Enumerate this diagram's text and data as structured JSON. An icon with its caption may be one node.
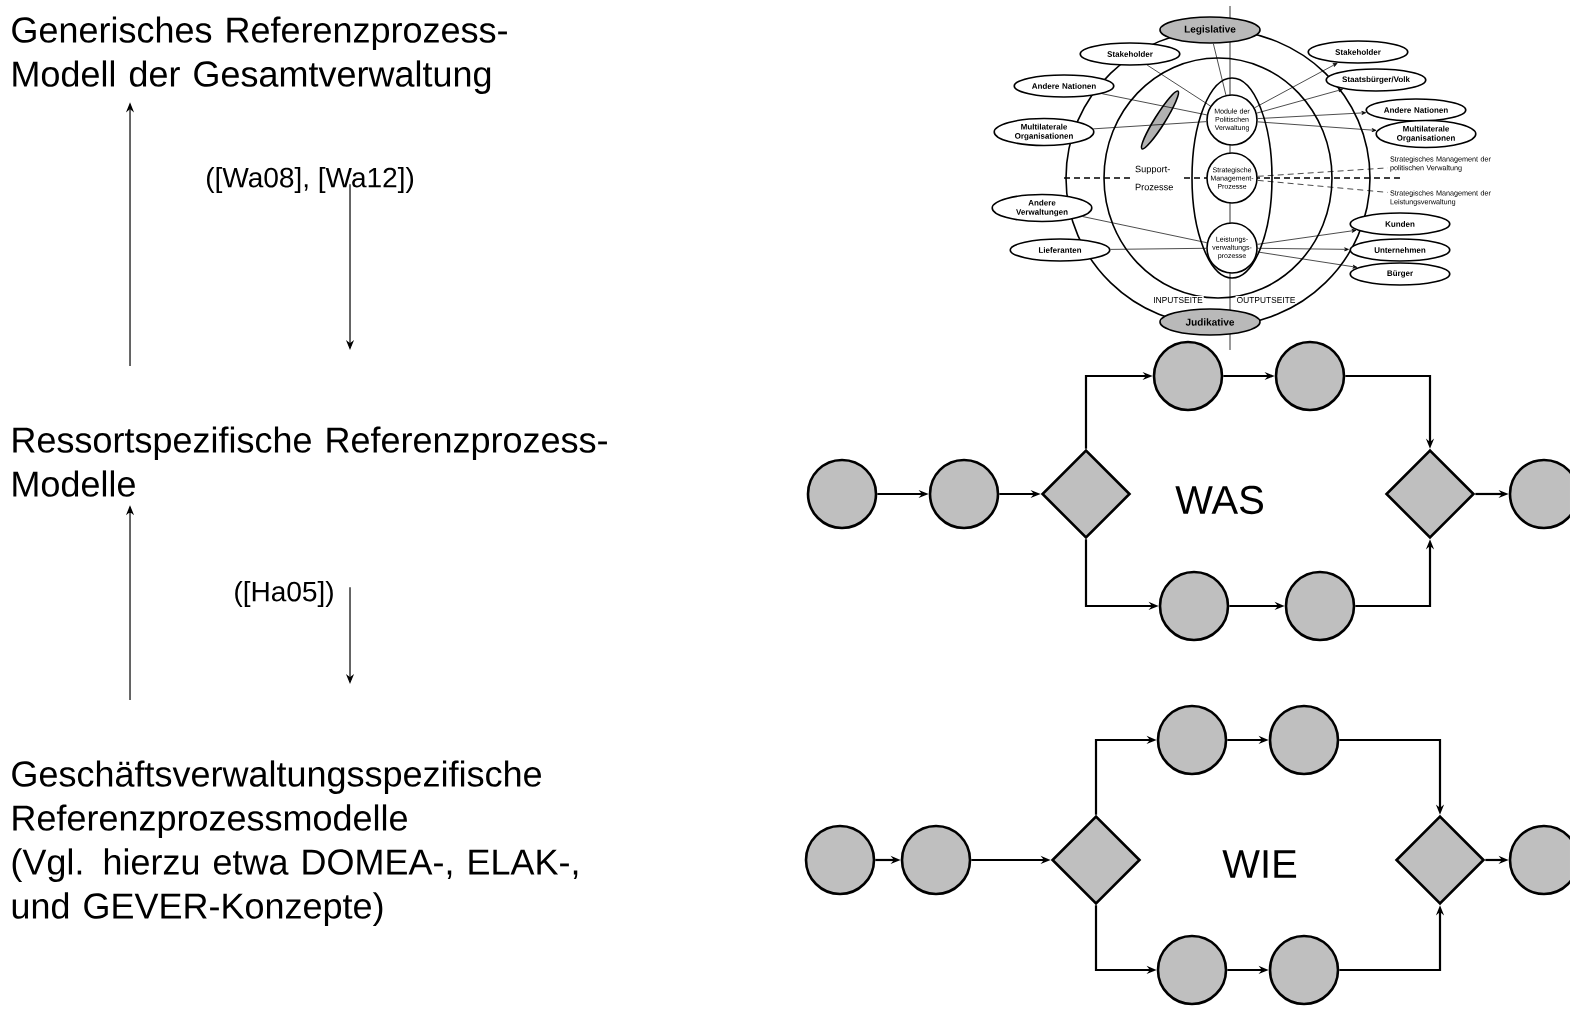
{
  "diagram": {
    "nodes": [
      {
        "text": [
          "Generisches Referenzprozess- Modell der Gesamtverwaltung"
        ]
      },
      {
        "text": [
          "Ressortspezifische Referenzprozess- Modelle"
        ]
      },
      {
        "text": [
          "Geschäftsverwaltungsspezifische Referenzprozessmodelle",
          "(Vgl. hierzu etwa DOMEA-, ELAK-, und GEVER-Konzepte)"
        ]
      },
      {
        "text": [
          "Legislative"
        ]
      },
      {
        "text": [
          "Stakeholder"
        ]
      },
      {
        "text": [
          "Stakeholder"
        ]
      },
      {
        "text": [
          "Staatsbürger/Volk"
        ]
      },
      {
        "text": [
          "Andere Nationen"
        ]
      },
      {
        "text": [
          "Andere Nationen"
        ]
      },
      {
        "text": [
          "Multilaterale Organisationen"
        ]
      },
      {
        "text": [
          "Multilaterale Organisationen"
        ]
      },
      {
        "text": [
          "Module der Politischen Verwaltung"
        ]
      },
      {
        "text": [
          "Strategische Management-Prozesse"
        ]
      },
      {
        "text": [
          "Leistungs-verwaltungs-prozesse"
        ]
      },
      {
        "text": [
          "Strategisches Management der politischen Verwaltung"
        ]
      },
      {
        "text": [
          "Strategisches Management der Leistungsverwaltung"
        ]
      },
      {
        "text": [
          "Andere Verwaltungen"
        ]
      },
      {
        "text": [
          "Lieferanten"
        ]
      },
      {
        "text": [
          "Kunden"
        ]
      },
      {
        "text": [
          "Unternehmen"
        ]
      },
      {
        "text": [
          "Bürger"
        ]
      },
      {
        "text": [
          "Judikative"
        ]
      },
      {
        "text": [],
        "shape": "circle"
      },
      {
        "text": [],
        "shape": "circle"
      },
      {
        "text": [],
        "shape": "diamond"
      },
      {
        "text": [],
        "shape": "circle"
      },
      {
        "text": [],
        "shape": "circle"
      },
      {
        "text": [],
        "shape": "circle"
      },
      {
        "text": [],
        "shape": "circle"
      },
      {
        "text": [],
        "shape": "diamond"
      },
      {
        "text": [],
        "shape": "circle"
      },
      {
        "text": [],
        "shape": "circle"
      },
      {
        "text": [],
        "shape": "circle"
      },
      {
        "text": [],
        "shape": "diamond"
      },
      {
        "text": [],
        "shape": "circle"
      },
      {
        "text": [],
        "shape": "circle"
      },
      {
        "text": [],
        "shape": "circle"
      },
      {
        "text": [],
        "shape": "circle"
      },
      {
        "text": [],
        "shape": "diamond"
      },
      {
        "text": [],
        "shape": "circle"
      }
    ],
    "edges": [
      {
        "from": 1,
        "to": 0,
        "arrow": "to"
      },
      {
        "from": 0,
        "to": 1,
        "arrow": "to"
      },
      {
        "from": 2,
        "to": 1,
        "arrow": "to"
      },
      {
        "from": 1,
        "to": 2,
        "arrow": "to"
      },
      {
        "from": 4,
        "to": 11,
        "arrow": "none"
      },
      {
        "from": 7,
        "to": 11,
        "arrow": "none"
      },
      {
        "from": 9,
        "to": 11,
        "arrow": "none"
      },
      {
        "from": 11,
        "to": 3,
        "arrow": "none"
      },
      {
        "from": 11,
        "to": 5,
        "arrow": "to"
      },
      {
        "from": 11,
        "to": 6,
        "arrow": "to"
      },
      {
        "from": 11,
        "to": 8,
        "arrow": "to"
      },
      {
        "from": 11,
        "to": 10,
        "arrow": "to"
      },
      {
        "from": 12,
        "to": 14,
        "arrow": "none",
        "style": "dashed"
      },
      {
        "from": 12,
        "to": 15,
        "arrow": "none",
        "style": "dashed"
      },
      {
        "from": 16,
        "to": 13,
        "arrow": "none"
      },
      {
        "from": 17,
        "to": 13,
        "arrow": "none"
      },
      {
        "from": 13,
        "to": 18,
        "arrow": "to"
      },
      {
        "from": 13,
        "to": 19,
        "arrow": "to"
      },
      {
        "from": 13,
        "to": 20,
        "arrow": "to"
      },
      {
        "from": 22,
        "to": 23,
        "arrow": "to"
      },
      {
        "from": 23,
        "to": 24,
        "arrow": "to"
      },
      {
        "from": 24,
        "to": 25,
        "arrow": "to"
      },
      {
        "from": 25,
        "to": 26,
        "arrow": "to"
      },
      {
        "from": 26,
        "to": 29,
        "arrow": "to"
      },
      {
        "from": 24,
        "to": 27,
        "arrow": "to"
      },
      {
        "from": 27,
        "to": 28,
        "arrow": "to"
      },
      {
        "from": 28,
        "to": 29,
        "arrow": "to"
      },
      {
        "from": 29,
        "to": 30,
        "arrow": "to"
      },
      {
        "from": 31,
        "to": 32,
        "arrow": "to"
      },
      {
        "from": 32,
        "to": 33,
        "arrow": "to"
      },
      {
        "from": 33,
        "to": 34,
        "arrow": "to"
      },
      {
        "from": 34,
        "to": 35,
        "arrow": "to"
      },
      {
        "from": 35,
        "to": 38,
        "arrow": "to"
      },
      {
        "from": 33,
        "to": 36,
        "arrow": "to"
      },
      {
        "from": 36,
        "to": 37,
        "arrow": "to"
      },
      {
        "from": 37,
        "to": 38,
        "arrow": "to"
      },
      {
        "from": 38,
        "to": 39,
        "arrow": "to"
      }
    ],
    "labels": [
      "([Wa08], [Wa12])",
      "([Ha05])",
      "Support-Prozesse",
      "INPUTSEITE",
      "OUTPUTSEITE",
      "WAS",
      "WIE"
    ]
  }
}
